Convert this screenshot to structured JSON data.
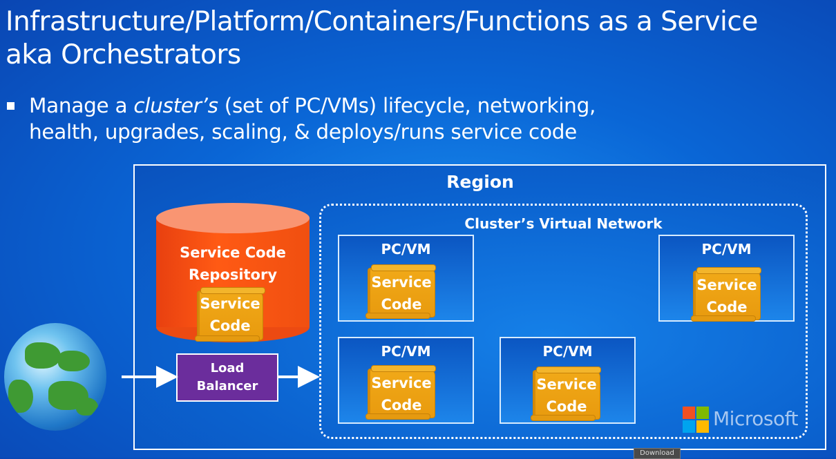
{
  "title": {
    "line1": "Infrastructure/Platform/Containers/Functions as a Service",
    "line2": "aka Orchestrators"
  },
  "bullet": {
    "part1": "Manage a ",
    "italic": "cluster’s",
    "part2": " (set of PC/VMs) lifecycle, networking,",
    "line2": "health, upgrades, scaling, & deploys/runs service code"
  },
  "diagram": {
    "region_label": "Region",
    "vnet_label": "Cluster’s Virtual Network",
    "repository": {
      "line1": "Service Code",
      "line2": "Repository",
      "code_line1": "Service",
      "code_line2": "Code"
    },
    "load_balancer": {
      "line1": "Load",
      "line2": "Balancer"
    },
    "vms": [
      {
        "label": "PC/VM",
        "code_line1": "Service",
        "code_line2": "Code"
      },
      {
        "label": "PC/VM",
        "code_line1": "Service",
        "code_line2": "Code"
      },
      {
        "label": "PC/VM",
        "code_line1": "Service",
        "code_line2": "Code"
      },
      {
        "label": "PC/VM",
        "code_line1": "Service",
        "code_line2": "Code"
      }
    ]
  },
  "logo": {
    "text": "Microsoft"
  },
  "download_label": "Download",
  "colors": {
    "background": "#0a66d6",
    "repository": "#ff5a14",
    "repository_top": "#f99572",
    "service_code": "#f1a918",
    "load_balancer": "#6b2d9c",
    "ms_red": "#f25022",
    "ms_green": "#7fba00",
    "ms_blue": "#00a4ef",
    "ms_yellow": "#ffb900"
  }
}
